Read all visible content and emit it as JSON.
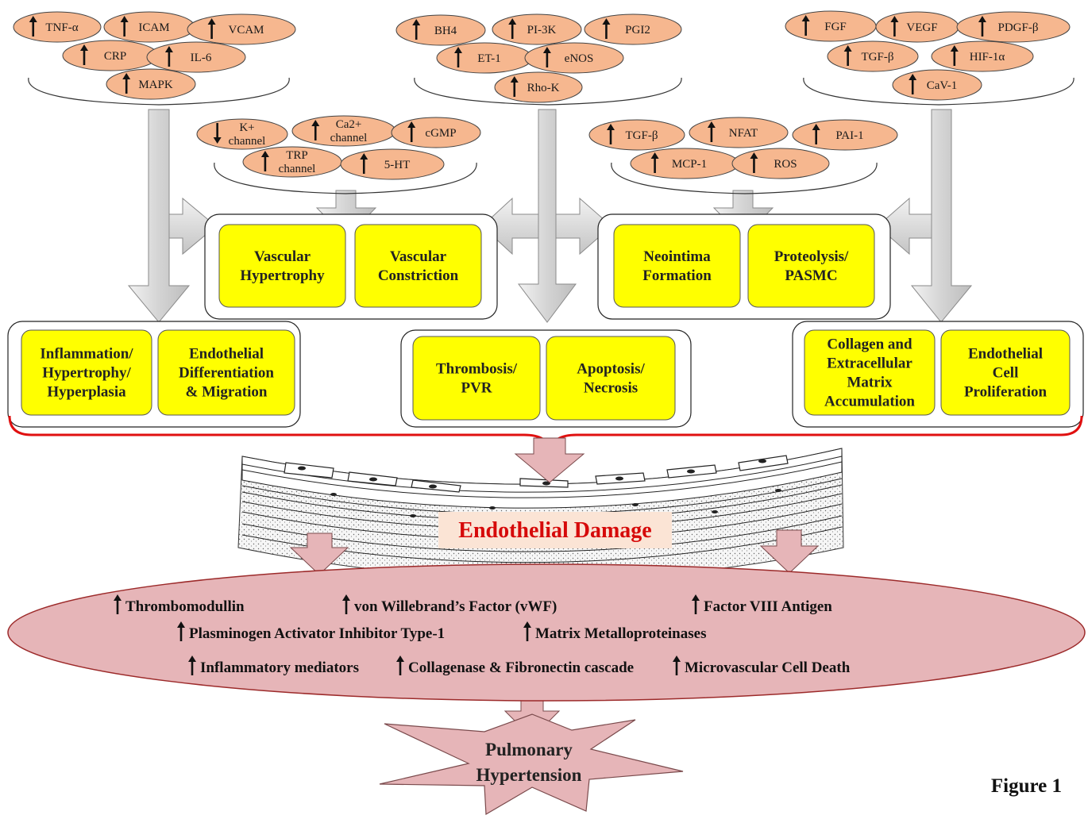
{
  "up_arrow_icon": "up-arrow-icon",
  "down_arrow_icon": "down-arrow-icon",
  "colors": {
    "ellipse_fill": "#f6b78f",
    "ellipse_stroke": "#444444",
    "yellow_box": "#ffff00",
    "arrow_gray": "#d2d2d2",
    "pink": "#e6b5b8",
    "red_bracket": "#e01010",
    "damage_label_bg": "#fbe4d5",
    "damage_text": "#d60a0a"
  },
  "groups": {
    "g1": [
      "TNF-α",
      "ICAM",
      "VCAM",
      "CRP",
      "IL-6",
      "MAPK"
    ],
    "g2": [
      "BH4",
      "PI-3K",
      "PGI2",
      "ET-1",
      "eNOS",
      "Rho-K"
    ],
    "g3": [
      "FGF",
      "VEGF",
      "PDGF-β",
      "TGF-β",
      "HIF-1α",
      "CaV-1"
    ],
    "g4": [
      "K+ channel",
      "Ca2+ channel",
      "cGMP",
      "TRP channel",
      "5-HT"
    ],
    "g5": [
      "TGF-β",
      "NFAT",
      "PAI-1",
      "MCP-1",
      "ROS"
    ]
  },
  "boxes": {
    "vascular_hypertrophy": "Vascular Hypertrophy",
    "vascular_constriction": "Vascular Constriction",
    "neointima_formation": "Neointima Formation",
    "proteolysis_pasmc": "Proteolysis/ PASMC",
    "inflammation": "Inflammation/ Hypertrophy/ Hyperplasia",
    "endothelial_diff": "Endothelial Differentiation & Migration",
    "thrombosis": "Thrombosis/ PVR",
    "apoptosis": "Apoptosis/ Necrosis",
    "collagen": "Collagen and Extracellular Matrix Accumulation",
    "endothelial_prolif": "Endothelial Cell Proliferation"
  },
  "damage_label": "Endothelial  Damage",
  "markers": [
    "Thrombomodullin",
    "von Willebrand’s Factor (vWF)",
    "Factor VIII Antigen",
    "Plasminogen Activator Inhibitor Type-1",
    "Matrix Metalloproteinases",
    "Inflammatory mediators",
    "Collagenase & Fibronectin cascade",
    "Microvascular Cell Death"
  ],
  "outcome": "Pulmonary Hypertension",
  "figure_label": "Figure 1"
}
